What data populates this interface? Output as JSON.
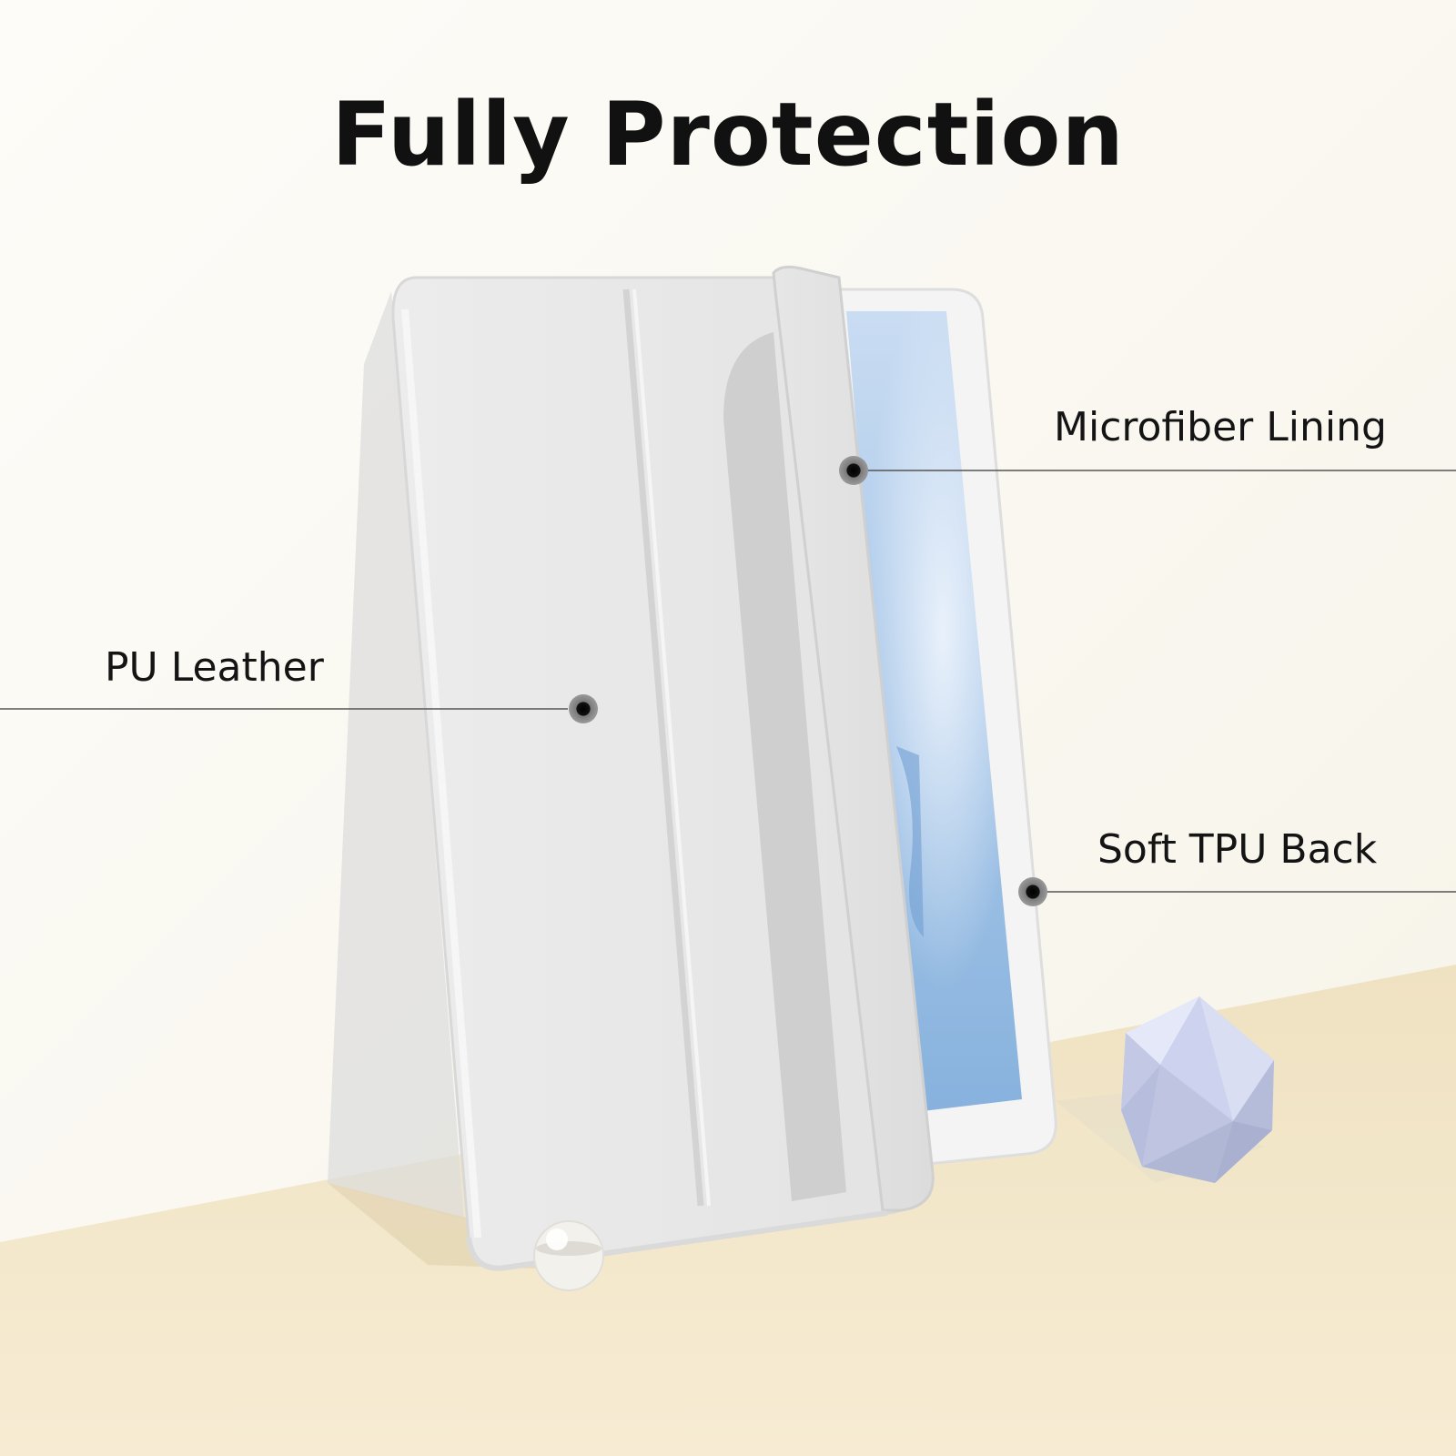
{
  "headline": "Fully Protection",
  "callouts": {
    "microfiber": "Microfiber Lining",
    "pu_leather": "PU Leather",
    "tpu_back": "Soft TPU Back"
  },
  "colors": {
    "wall": "#fbfaf4",
    "floor": "#f4e7c8",
    "case": "#e8e8e8",
    "screen_blue": "#a9c8ea",
    "gem": "#c7cde8",
    "text": "#111111"
  }
}
